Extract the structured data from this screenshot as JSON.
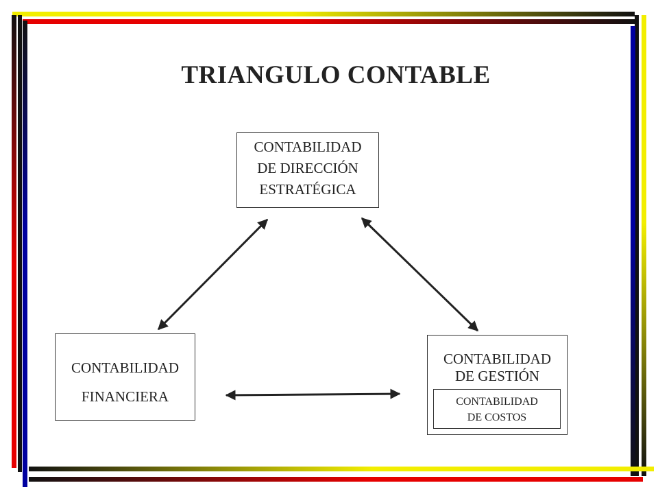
{
  "title": "TRIANGULO CONTABLE",
  "nodes": {
    "top": {
      "lines": [
        "CONTABILIDAD",
        "DE DIRECCIÓN",
        "ESTRATÉGICA"
      ]
    },
    "left": {
      "lines": [
        "CONTABILIDAD",
        "FINANCIERA"
      ]
    },
    "right": {
      "lines": [
        "CONTABILIDAD",
        "DE GESTIÓN"
      ],
      "inner": {
        "lines": [
          "CONTABILIDAD",
          "DE COSTOS"
        ]
      }
    }
  },
  "edges": [
    {
      "from": "top",
      "to": "left",
      "bidirectional": true
    },
    {
      "from": "top",
      "to": "right",
      "bidirectional": true
    },
    {
      "from": "left",
      "to": "right",
      "bidirectional": true
    }
  ],
  "frame_colors": {
    "red": "#e60000",
    "yellow": "#f2ee00",
    "blue": "#0000a0",
    "black": "#111111"
  }
}
